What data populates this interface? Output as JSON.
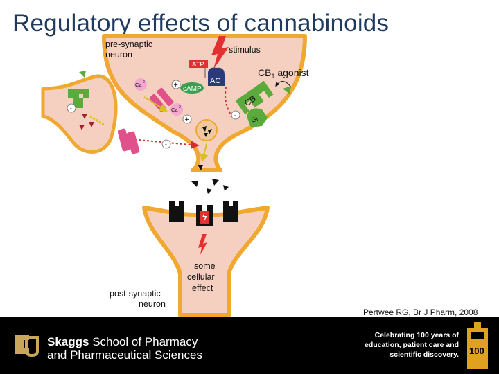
{
  "slide": {
    "title": "Regulatory effects of cannabinoids",
    "citation": "Pertwee RG, Br J Pharm, 2008"
  },
  "diagram": {
    "pre_synaptic_label": [
      "pre-synaptic",
      "neuron"
    ],
    "post_synaptic_label": [
      "post-synaptic",
      "neuron"
    ],
    "stimulus": "stimulus",
    "atp": "ATP",
    "ac": "AC",
    "camp": "cAMP",
    "ca": "Ca",
    "ca_sup": "2+",
    "cb1_agonist_main": "CB",
    "cb1_agonist_sub": "1",
    "cb1_agonist_rest": " agonist",
    "cb1_receptor": "CB",
    "gi": "Gi",
    "effect": [
      "some",
      "cellular",
      "effect"
    ],
    "plus": "+",
    "minus": "-"
  },
  "footer": {
    "school_bold": "Skaggs",
    "school_rest": " School of Pharmacy",
    "school_line2": "and Pharmaceutical Sciences",
    "celebrate": [
      "Celebrating 100 years of",
      "education, patient care and",
      "scientific discovery."
    ],
    "badge_number": "100"
  },
  "colors": {
    "neuron_fill": "#f5cfc0",
    "neuron_outline": "#f0a830",
    "title": "#1f3a5f",
    "receptor_green": "#5aaa3c",
    "channel_pink": "#e0508a",
    "ac_navy": "#2d3a7a",
    "atp_red": "#e03030",
    "footer_bg": "#000000",
    "cu_gold": "#c9a65a"
  }
}
